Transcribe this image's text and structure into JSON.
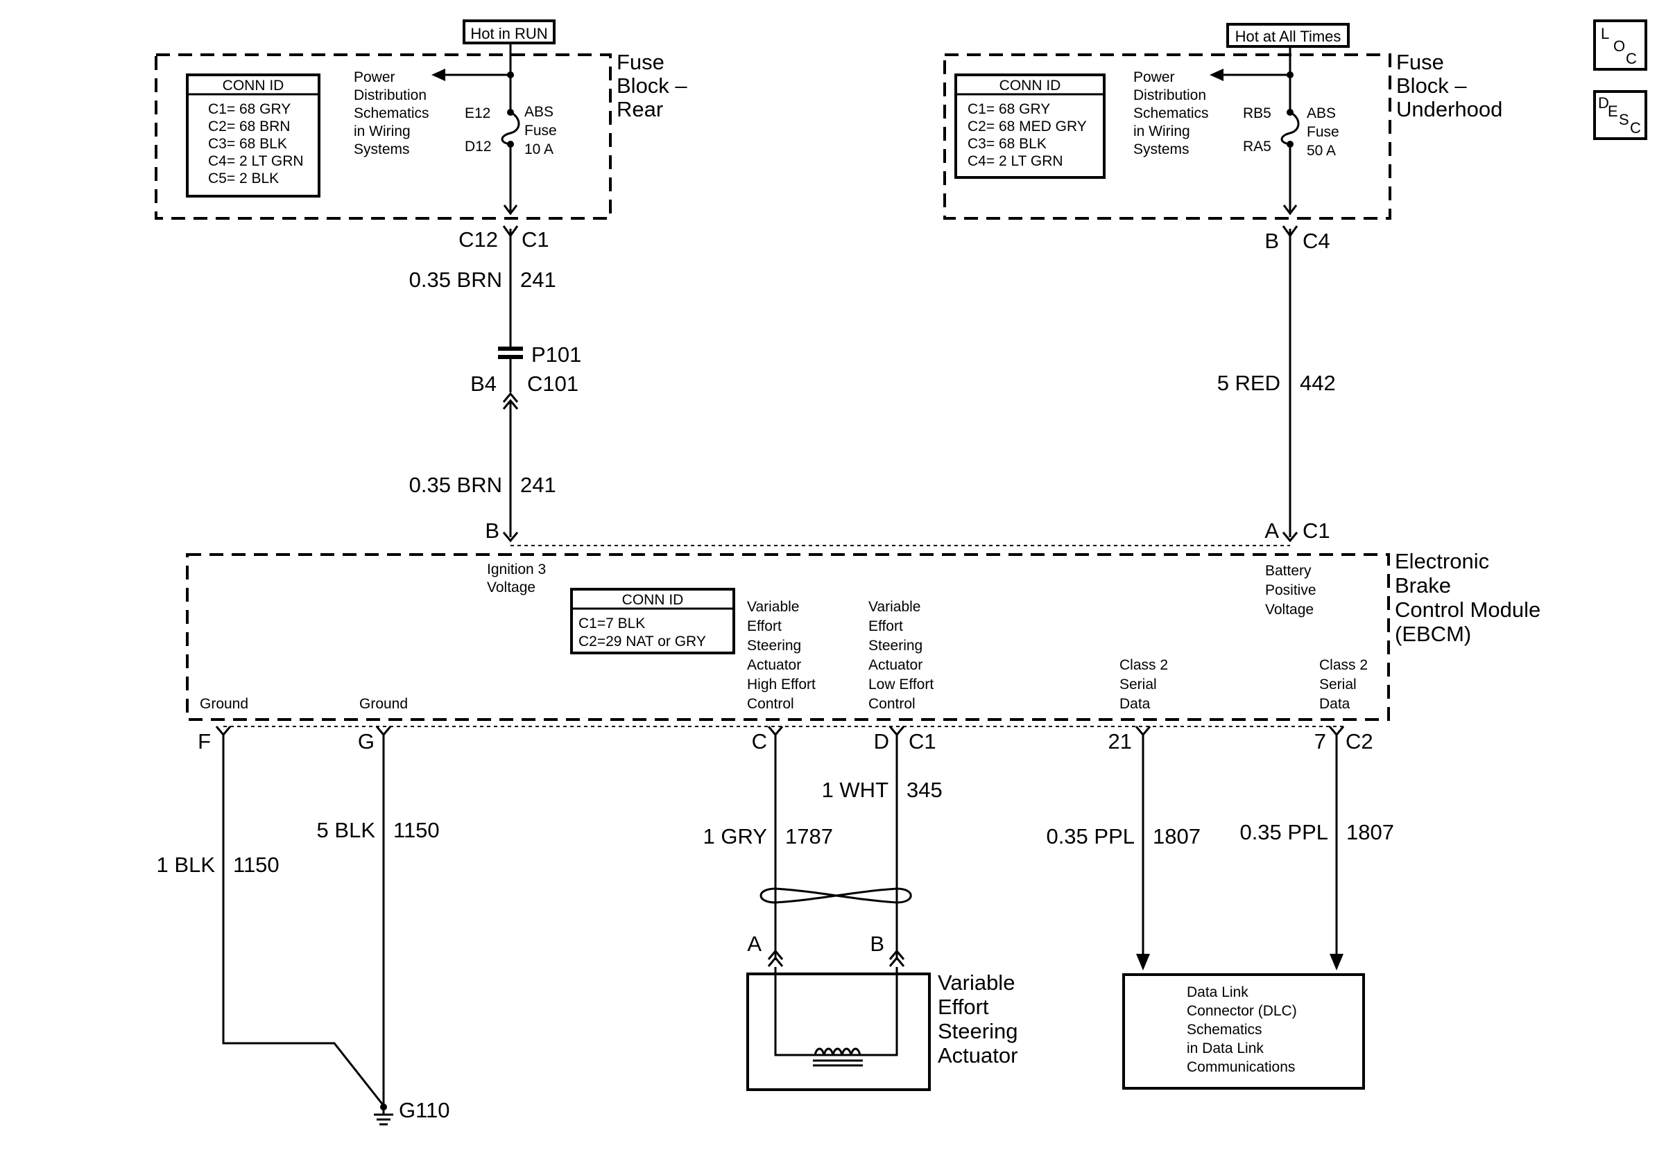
{
  "top_labels": {
    "hot_in_run": "Hot in RUN",
    "hot_at_all_times": "Hot at All Times"
  },
  "side_buttons": {
    "loc": [
      "L",
      "O",
      "C"
    ],
    "desc": [
      "D",
      "E",
      "S",
      "C"
    ]
  },
  "fuse_block_rear": {
    "title": [
      "Fuse",
      "Block –",
      "Rear"
    ],
    "conn_id_title": "CONN ID",
    "conn_ids": [
      "C1= 68 GRY",
      "C2= 68 BRN",
      "C3= 68 BLK",
      "C4= 2 LT GRN",
      "C5= 2 BLK"
    ],
    "power_dist": [
      "Power",
      "Distribution",
      "Schematics",
      "in Wiring",
      "Systems"
    ],
    "fuse_pin_top": "E12",
    "fuse_pin_bottom": "D12",
    "fuse_label": [
      "ABS",
      "Fuse",
      "10 A"
    ],
    "conn_left": "C12",
    "conn_right": "C1"
  },
  "fuse_block_underhood": {
    "title": [
      "Fuse",
      "Block –",
      "Underhood"
    ],
    "conn_id_title": "CONN ID",
    "conn_ids": [
      "C1= 68 GRY",
      "C2= 68 MED GRY",
      "C3= 68 BLK",
      "C4= 2 LT GRN"
    ],
    "power_dist": [
      "Power",
      "Distribution",
      "Schematics",
      "in Wiring",
      "Systems"
    ],
    "fuse_pin_top": "RB5",
    "fuse_pin_bottom": "RA5",
    "fuse_label": [
      "ABS",
      "Fuse",
      "50 A"
    ],
    "conn_left": "B",
    "conn_right": "C4"
  },
  "circuits": {
    "c241_upper": {
      "wire": "0.35 BRN",
      "num": "241"
    },
    "c241_lower": {
      "wire": "0.35 BRN",
      "num": "241"
    },
    "c442": {
      "wire": "5 RED",
      "num": "442"
    },
    "c1150_a": {
      "wire": "1 BLK",
      "num": "1150"
    },
    "c1150_b": {
      "wire": "5 BLK",
      "num": "1150"
    },
    "c1787": {
      "wire": "1 GRY",
      "num": "1787"
    },
    "c345": {
      "wire": "1 WHT",
      "num": "345"
    },
    "c1807_a": {
      "wire": "0.35 PPL",
      "num": "1807"
    },
    "c1807_b": {
      "wire": "0.35 PPL",
      "num": "1807"
    }
  },
  "splice": {
    "p101": "P101",
    "b4": "B4",
    "c101": "C101"
  },
  "ebcm": {
    "title": [
      "Electronic",
      "Brake",
      "Control Module",
      "(EBCM)"
    ],
    "conn_id_title": "CONN ID",
    "conn_ids": [
      "C1=7 BLK",
      "C2=29 NAT or GRY"
    ],
    "pin_b": "B",
    "pin_a": "A",
    "pin_a_conn": "C1",
    "ignition": [
      "Ignition 3",
      "Voltage"
    ],
    "battery": [
      "Battery",
      "Positive",
      "Voltage"
    ],
    "ground_1": "Ground",
    "ground_2": "Ground",
    "vesa_high": [
      "Variable",
      "Effort",
      "Steering",
      "Actuator",
      "High Effort",
      "Control"
    ],
    "vesa_low": [
      "Variable",
      "Effort",
      "Steering",
      "Actuator",
      "Low Effort",
      "Control"
    ],
    "class2_a": [
      "Class 2",
      "Serial",
      "Data"
    ],
    "class2_b": [
      "Class 2",
      "Serial",
      "Data"
    ],
    "pin_f": "F",
    "pin_g": "G",
    "pin_c": "C",
    "pin_d": "D",
    "pin_d_conn": "C1",
    "pin_21": "21",
    "pin_7": "7",
    "pin_7_conn": "C2"
  },
  "ground": {
    "label": "G110"
  },
  "actuator": {
    "title": [
      "Variable",
      "Effort",
      "Steering",
      "Actuator"
    ],
    "pin_a": "A",
    "pin_b": "B"
  },
  "dlc": {
    "text": [
      "Data Link",
      "Connector (DLC)",
      "Schematics",
      "in Data Link",
      "Communications"
    ]
  }
}
